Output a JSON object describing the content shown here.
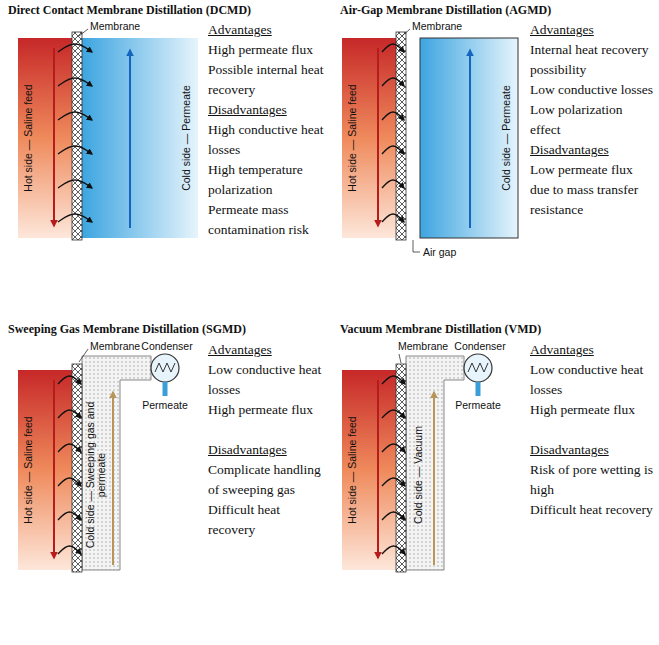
{
  "diagram": {
    "nodes": [
      {
        "text": [
          "Hot side — Saline feed"
        ]
      },
      {
        "text": [
          "Cold side — Permeate"
        ]
      },
      {
        "text": [
          "Hot side — Saline feed"
        ]
      },
      {
        "text": [
          "Cold side — Permeate"
        ]
      },
      {
        "text": [
          "Hot side — Saline feed"
        ]
      },
      {
        "text": [
          "Cold side — Sweeping gas and permeate"
        ]
      },
      {
        "text": [
          "Hot side — Saline feed"
        ]
      },
      {
        "text": [
          "Cold side — Vacuum"
        ]
      }
    ],
    "labels": [
      "Direct Contact Membrane Distillation (DCMD)",
      "Membrane",
      "Advantages",
      "High permeate flux",
      "Possible internal heat recovery",
      "Disadvantages",
      "High conductive heat losses",
      "High temperature polarization",
      "Permeate mass contamination risk",
      "Air-Gap Membrane Distillation (AGMD)",
      "Membrane",
      "Advantages",
      "Internal heat recovery possibility",
      "Low conductive losses",
      "Low polarization effect",
      "Disadvantages",
      "Low permeate flux due to mass transfer resistance",
      "Air gap",
      "Sweeping Gas Membrane Distillation (SGMD)",
      "Membrane",
      "Condenser",
      "Permeate",
      "Advantages",
      "Low conductive heat losses",
      "High permeate flux",
      "Disadvantages",
      "Complicate handling of sweeping gas",
      "Difficult heat recovery",
      "Vacuum Membrane Distillation (VMD)",
      "Membrane",
      "Condenser",
      "Permeate",
      "Advantages",
      "Low conductive heat losses",
      "High permeate flux",
      "Disadvantages",
      "Risk of pore wetting is high",
      "Difficult heat recovery"
    ]
  }
}
